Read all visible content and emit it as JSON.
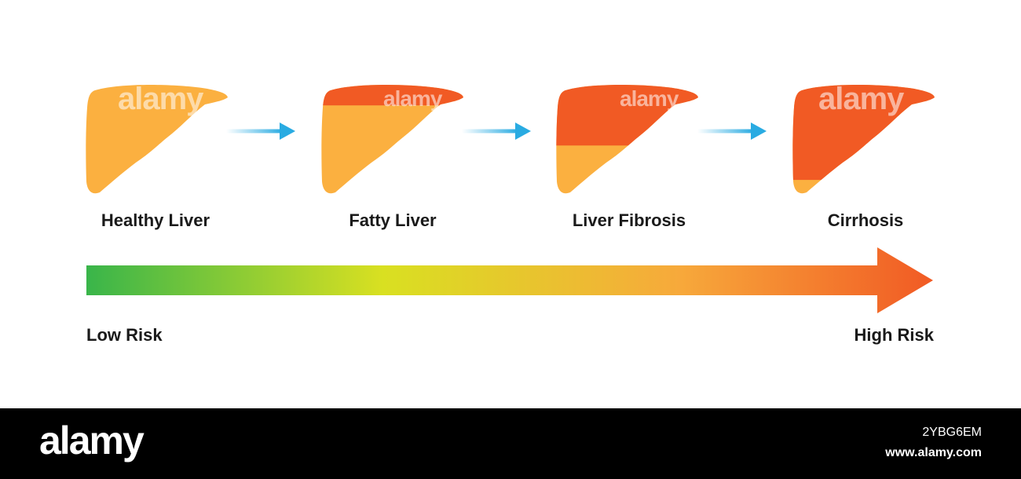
{
  "stages": [
    {
      "label": "Healthy Liver",
      "damage_fraction": 0.0
    },
    {
      "label": "Fatty Liver",
      "damage_fraction": 0.2
    },
    {
      "label": "Liver Fibrosis",
      "damage_fraction": 0.55
    },
    {
      "label": "Cirrhosis",
      "damage_fraction": 0.85
    }
  ],
  "risk_scale": {
    "low_label": "Low Risk",
    "high_label": "High Risk"
  },
  "watermark": {
    "text": "alamy"
  },
  "footer": {
    "logo": "alamy",
    "image_id": "2YBG6EM",
    "url": "www.alamy.com"
  },
  "colors": {
    "healthy": "#FBB040",
    "damaged": "#F15A24",
    "arrow": "#29ABE2",
    "gradient_start": "#39B54A",
    "gradient_mid": "#D9E021",
    "gradient_end": "#F15A24"
  }
}
